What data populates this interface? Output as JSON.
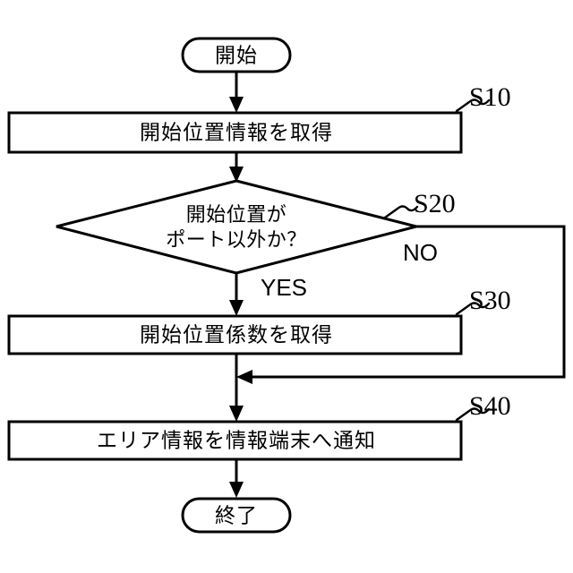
{
  "diagram": {
    "title": "flowchart",
    "background_color": "#ffffff",
    "line_color": "#000000"
  },
  "nodes": {
    "start": {
      "label": "開始",
      "shape": "terminator"
    },
    "s10": {
      "label": "開始位置情報を取得",
      "step": "S10",
      "shape": "process"
    },
    "s20": {
      "label_line1": "開始位置が",
      "label_line2": "ポート以外か？",
      "step": "S20",
      "shape": "decision"
    },
    "s30": {
      "label": "開始位置係数を取得",
      "step": "S30",
      "shape": "process"
    },
    "s40": {
      "label": "エリア情報を情報端末へ通知",
      "step": "S40",
      "shape": "process"
    },
    "end": {
      "label": "終了",
      "shape": "terminator"
    }
  },
  "branches": {
    "yes": "YES",
    "no": "NO"
  }
}
